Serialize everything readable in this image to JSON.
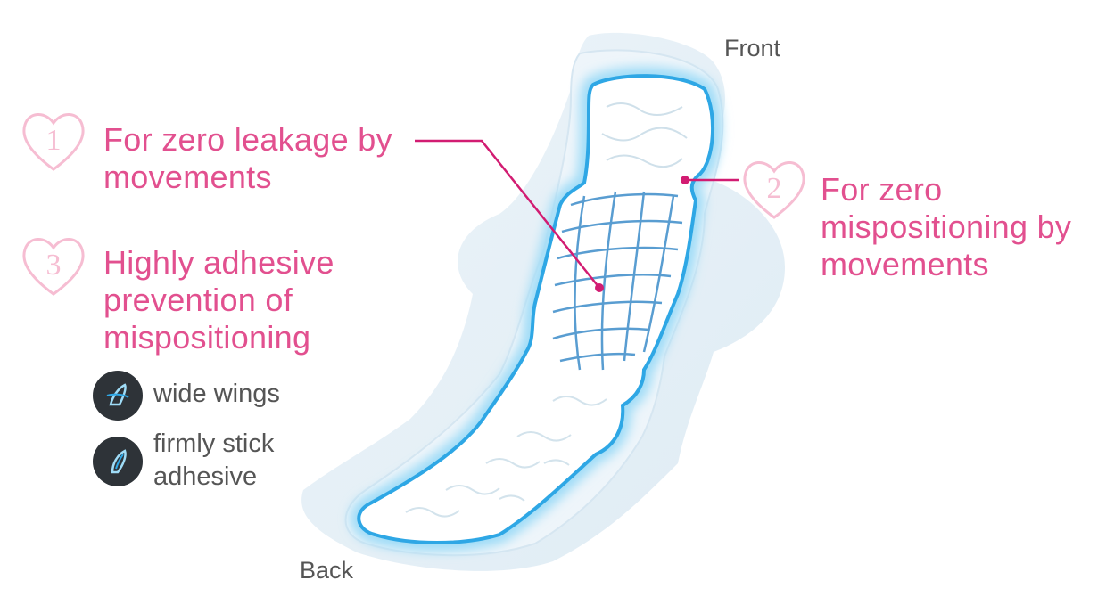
{
  "labels": {
    "front": "Front",
    "back": "Back"
  },
  "features": [
    {
      "number": "1",
      "text": "For zero leakage by\nmovements"
    },
    {
      "number": "2",
      "text": "For zero\nmispositioning by\nmovements"
    },
    {
      "number": "3",
      "text": "Highly adhesive\nprevention of\nmispositioning"
    }
  ],
  "sub_features": [
    {
      "icon": "wide-wings-pad-icon",
      "text": "wide wings"
    },
    {
      "icon": "adhesive-pad-icon",
      "text": "firmly stick\nadhesive"
    }
  ],
  "colors": {
    "accent_pink": "#e2508f",
    "heart_pink": "#f6bdd2",
    "pad_outline": "#2ea7e5",
    "pad_glow": "#9fdcf7",
    "label_gray": "#555555",
    "icon_bg": "#2e3338"
  }
}
